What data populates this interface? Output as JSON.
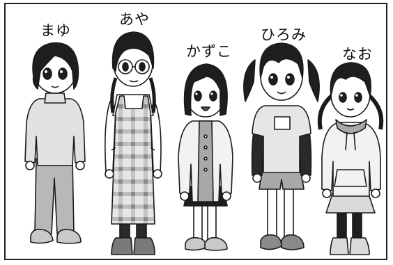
{
  "characters": [
    {
      "name": "まゆ"
    },
    {
      "name": "あや"
    },
    {
      "name": "かずこ"
    },
    {
      "name": "ひろみ"
    },
    {
      "name": "なお"
    }
  ],
  "colors": {
    "ink": "#1a1a1a",
    "hair": "#1e1e1e",
    "skin": "#ffffff",
    "light_gray": "#d9d9d9",
    "mid_gray": "#a8a8a8",
    "dark_gray": "#555555"
  }
}
